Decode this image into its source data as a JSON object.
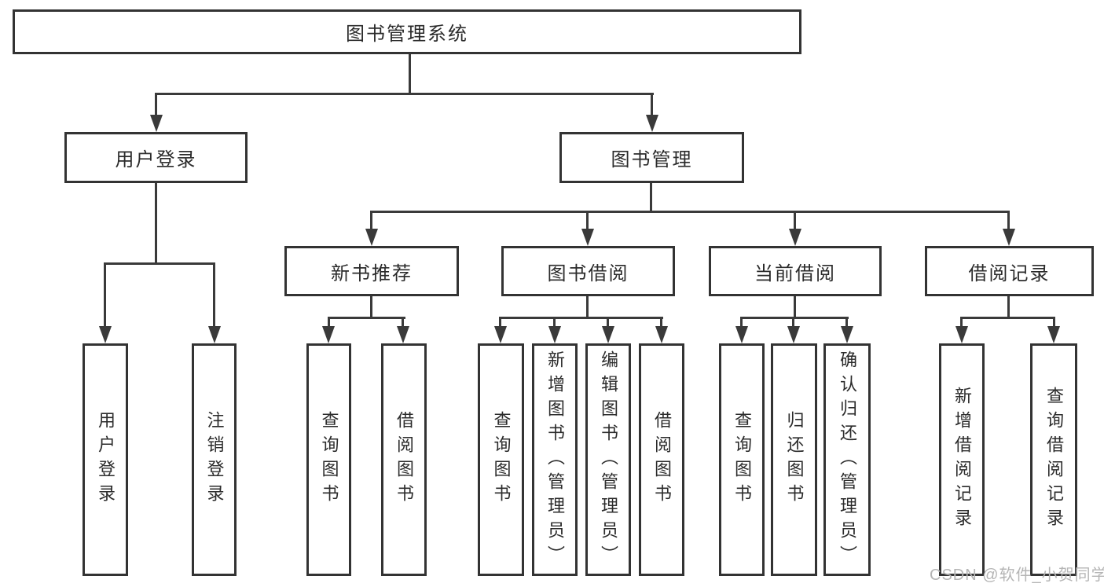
{
  "colors": {
    "line": "#3a3a3a",
    "box_border": "#333333",
    "text": "#2b2b2b",
    "watermark": "#b5b5b5"
  },
  "tree": {
    "root": {
      "label": "图书管理系统"
    },
    "branches": [
      {
        "label": "用户登录",
        "children": [
          {
            "label": "用户登录"
          },
          {
            "label": "注销登录"
          }
        ]
      },
      {
        "label": "图书管理",
        "children": [
          {
            "label": "新书推荐",
            "children": [
              {
                "label": "查询图书"
              },
              {
                "label": "借阅图书"
              }
            ]
          },
          {
            "label": "图书借阅",
            "children": [
              {
                "label": "查询图书"
              },
              {
                "label": "新增图书（管理员）"
              },
              {
                "label": "编辑图书（管理员）"
              },
              {
                "label": "借阅图书"
              }
            ]
          },
          {
            "label": "当前借阅",
            "children": [
              {
                "label": "查询图书"
              },
              {
                "label": "归还图书"
              },
              {
                "label": "确认归还（管理员）"
              }
            ]
          },
          {
            "label": "借阅记录",
            "children": [
              {
                "label": "新增借阅记录"
              },
              {
                "label": "查询借阅记录"
              }
            ]
          }
        ]
      }
    ]
  },
  "watermark": {
    "text": "CSDN @软件_小贺同学"
  }
}
